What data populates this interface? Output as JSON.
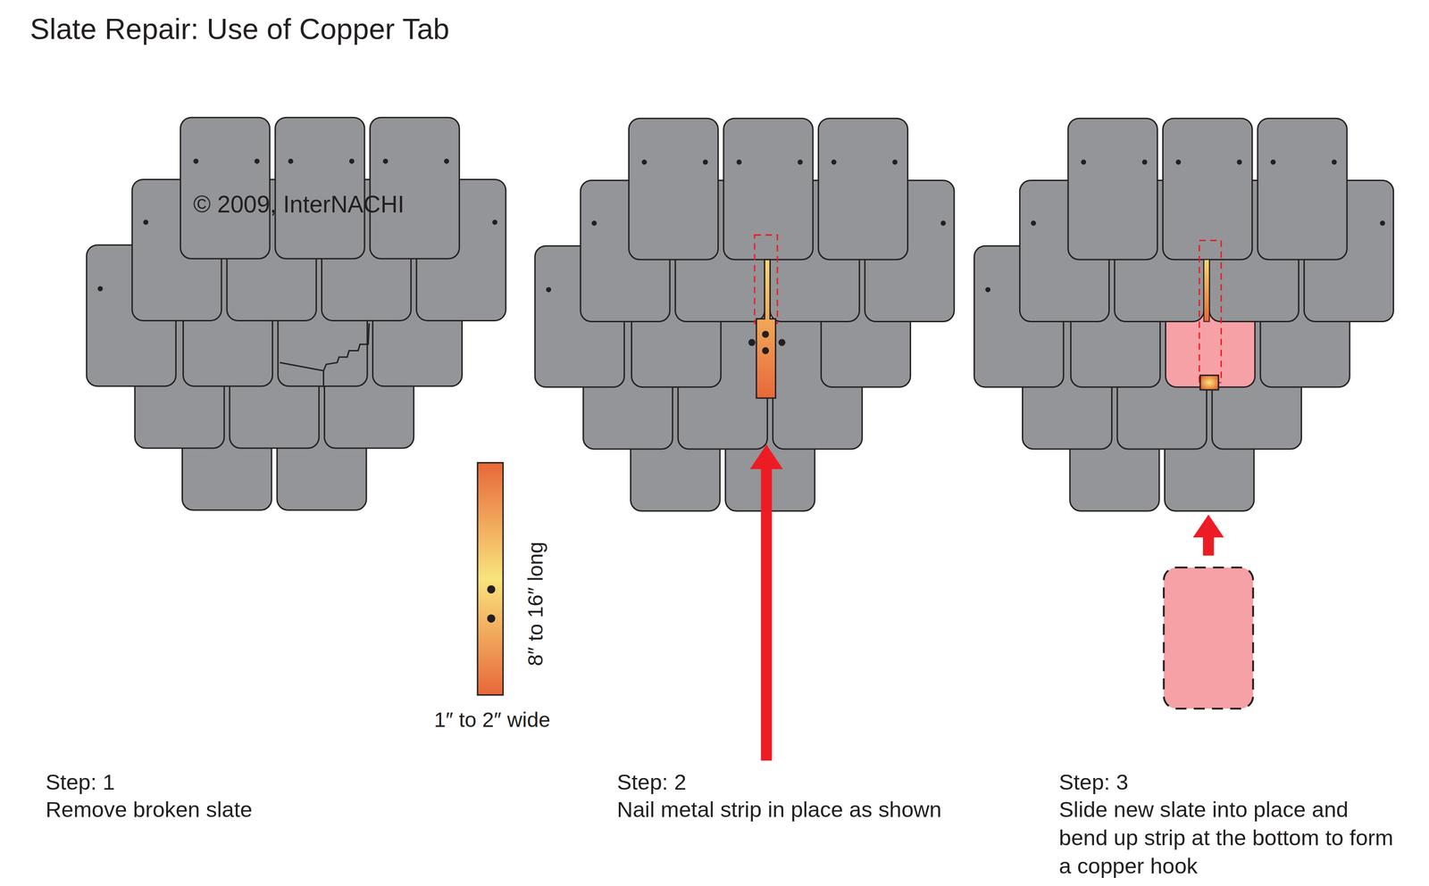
{
  "diagram": {
    "title": "Slate Repair: Use of Copper Tab",
    "labels": [
      "© 2009, InterNACHI",
      "8″ to 16″ long",
      "1″ to 2″ wide",
      "Step: 1",
      "Remove broken slate",
      "Step: 2",
      "Nail metal strip in place as shown",
      "Step: 3",
      "Slide new slate into place and bend up strip at the bottom to form a copper hook"
    ]
  }
}
